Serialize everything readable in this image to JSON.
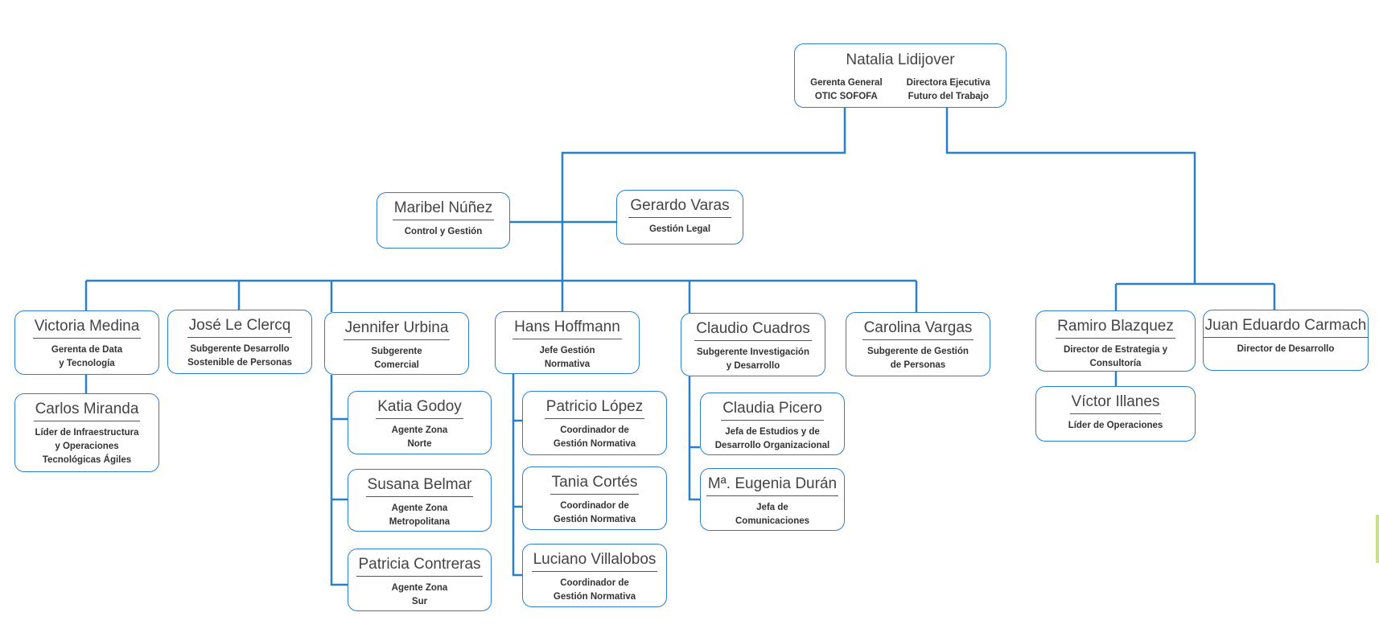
{
  "colors": {
    "line": "#2a7fcb",
    "card_border": "#2a7fcb",
    "text": "#444444"
  },
  "root": {
    "name": "Natalia Lidijover",
    "role_left": "Gerenta General\nOTIC SOFOFA",
    "role_right": "Directora Ejecutiva\nFuturo del Trabajo"
  },
  "staff": [
    {
      "name": "Maribel Núñez",
      "role": "Control y Gestión"
    },
    {
      "name": "Gerardo Varas",
      "role": "Gestión Legal"
    }
  ],
  "level1": [
    {
      "name": "Victoria Medina",
      "role": "Gerenta de Data\ny Tecnología"
    },
    {
      "name": "José Le Clercq",
      "role": "Subgerente Desarrollo\nSostenible de Personas"
    },
    {
      "name": "Jennifer Urbina",
      "role": "Subgerente\nComercial"
    },
    {
      "name": "Hans Hoffmann",
      "role": "Jefe Gestión\nNormativa"
    },
    {
      "name": "Claudio Cuadros",
      "role": "Subgerente Investigación\ny Desarrollo"
    },
    {
      "name": "Carolina Vargas",
      "role": "Subgerente de Gestión\nde Personas"
    },
    {
      "name": "Ramiro Blazquez",
      "role": "Director de Estrategia y\nConsultoría"
    },
    {
      "name": "Juan Eduardo Carmach",
      "role": "Director de Desarrollo"
    }
  ],
  "level2": [
    {
      "name": "Carlos Miranda",
      "role": "Líder de Infraestructura\ny Operaciones\nTecnológicas Ágiles"
    },
    {
      "name": "Katia Godoy",
      "role": "Agente Zona\nNorte"
    },
    {
      "name": "Susana Belmar",
      "role": "Agente Zona\nMetropolitana"
    },
    {
      "name": "Patricia Contreras",
      "role": "Agente Zona\nSur"
    },
    {
      "name": "Patricio López",
      "role": "Coordinador de\nGestión Normativa"
    },
    {
      "name": "Tania Cortés",
      "role": "Coordinador de\nGestión Normativa"
    },
    {
      "name": "Luciano Villalobos",
      "role": "Coordinador de\nGestión Normativa"
    },
    {
      "name": "Claudia Picero",
      "role": "Jefa de Estudios y de\nDesarrollo Organizacional"
    },
    {
      "name": "Mª. Eugenia Durán",
      "role": "Jefa de\nComunicaciones"
    },
    {
      "name": "Víctor Illanes",
      "role": "Líder de Operaciones"
    }
  ]
}
